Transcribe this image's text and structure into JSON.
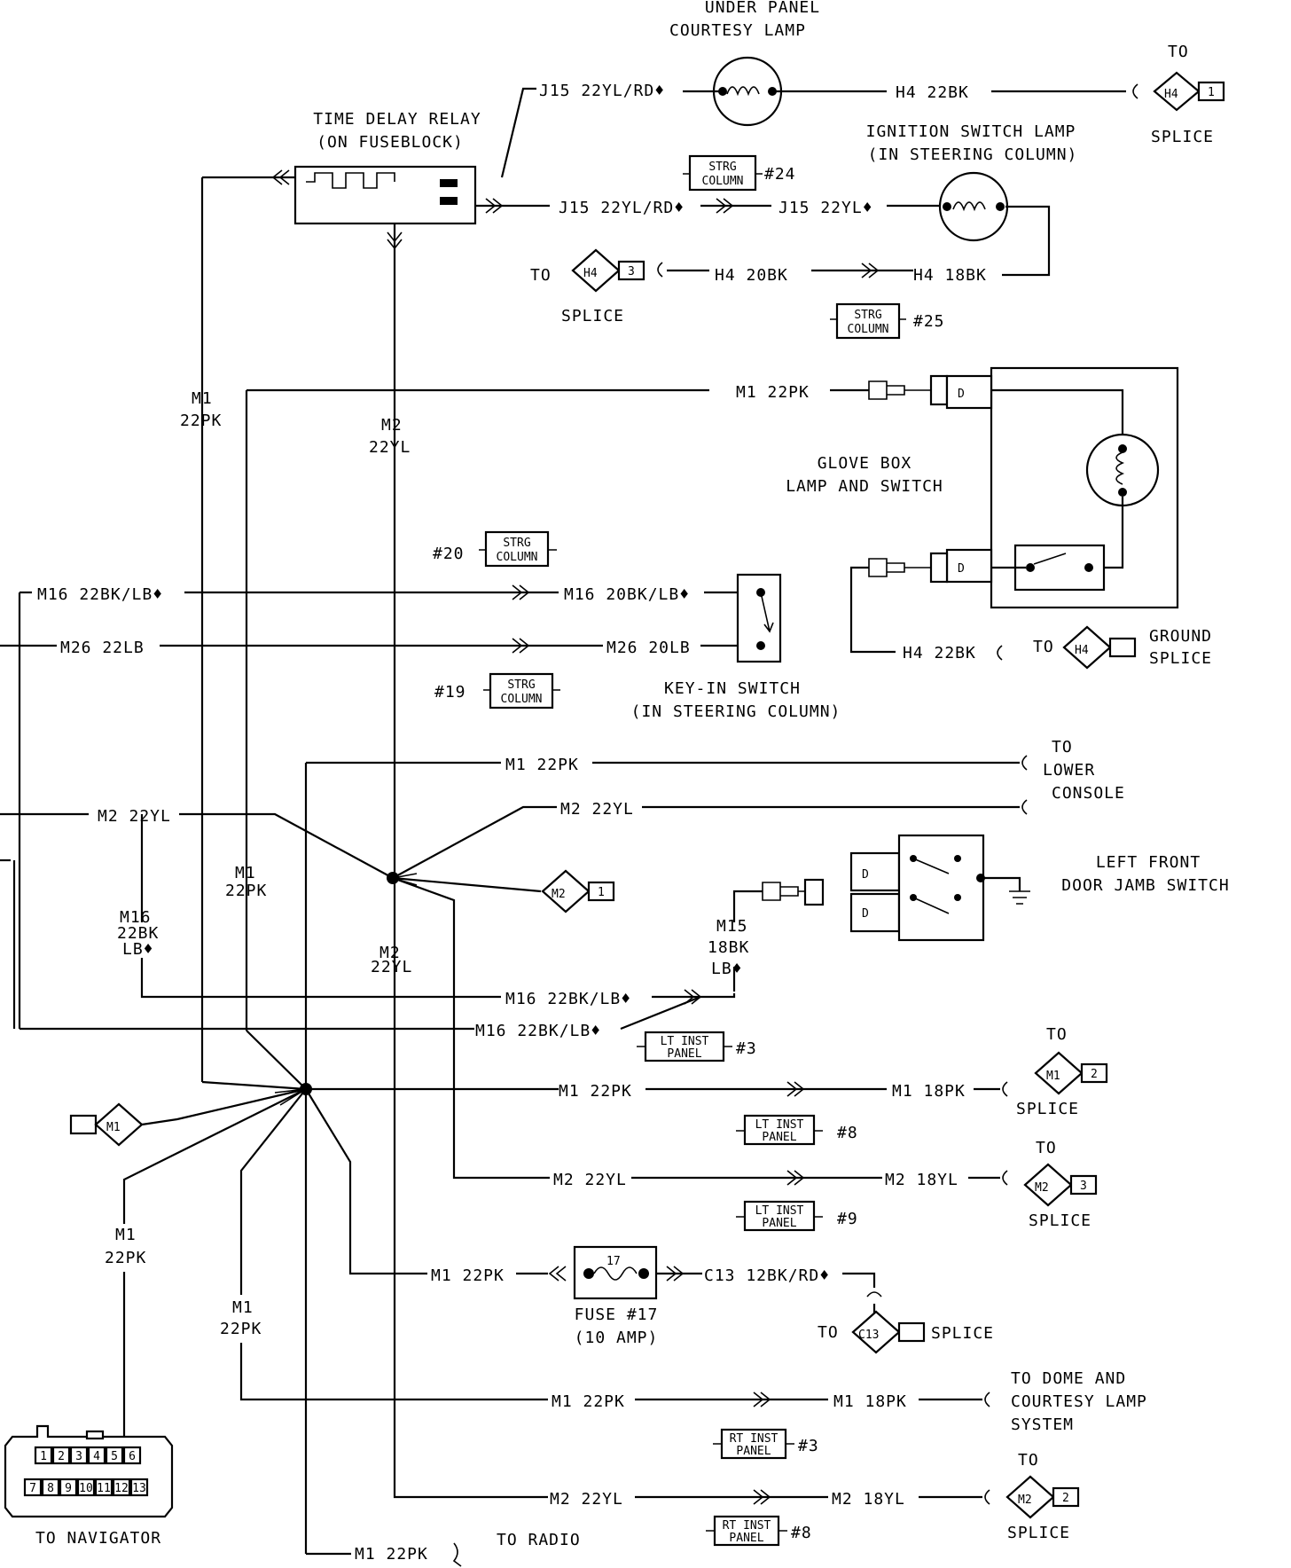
{
  "components": {
    "under_panel_lamp": [
      "UNDER PANEL",
      "COURTESY LAMP"
    ],
    "time_delay_relay": [
      "TIME DELAY RELAY",
      "(ON FUSEBLOCK)"
    ],
    "ignition_switch_lamp": [
      "IGNITION SWITCH LAMP",
      "(IN STEERING COLUMN)"
    ],
    "glove_box": [
      "GLOVE BOX",
      "LAMP AND SWITCH"
    ],
    "key_in_switch": [
      "KEY-IN SWITCH",
      "(IN STEERING COLUMN)"
    ],
    "left_front_door": [
      "LEFT FRONT",
      "DOOR JAMB SWITCH"
    ],
    "fuse": [
      "FUSE #17",
      "(10 AMP)"
    ],
    "navigator_label": "TO NAVIGATOR",
    "navigator_pins_top": [
      "1",
      "2",
      "3",
      "4",
      "5",
      "6"
    ],
    "navigator_pins_bottom": [
      "7",
      "8",
      "9",
      "10",
      "11",
      "12",
      "13"
    ]
  },
  "wires": {
    "j15_yl_rd": "J15 22YL/RD♦",
    "h4_22bk": "H4 22BK",
    "j15_yl": "J15 22YL♦",
    "h4_20bk": "H4 20BK",
    "h4_18bk": "H4 18BK",
    "m1_22pk": "M1 22PK",
    "m1": "M1",
    "pk22": "22PK",
    "m2": "M2",
    "yl22": "22YL",
    "m2_22yl": "M2 22YL",
    "m16_22bk_lb": "M16 22BK/LB♦",
    "m16_20bk_lb": "M16 20BK/LB♦",
    "m26_22lb": "M26 22LB",
    "m26_20lb": "M26 20LB",
    "m16": "M16",
    "bk22": "22BK",
    "lb": "LB♦",
    "m15": "M15",
    "bk18": "18BK",
    "m1_18pk": "M1 18PK",
    "m2_18yl": "M2 18YL",
    "c13_12bk_rd": "C13 12BK/RD♦"
  },
  "refs": {
    "strg_column": [
      "STRG",
      "COLUMN"
    ],
    "lt_inst_panel": [
      "LT INST",
      "PANEL"
    ],
    "rt_inst_panel": [
      "RT INST",
      "PANEL"
    ],
    "n24": "#24",
    "n25": "#25",
    "n20": "#20",
    "n19": "#19",
    "n3": "#3",
    "n8": "#8",
    "n9": "#9"
  },
  "destinations": {
    "to": "TO",
    "splice": "SPLICE",
    "ground": "GROUND",
    "lower": "LOWER",
    "console": "CONSOLE",
    "to_radio": "TO RADIO",
    "dome": [
      "TO DOME AND",
      "COURTESY LAMP",
      "SYSTEM"
    ]
  },
  "splices": {
    "h4_1": [
      "H4",
      "1"
    ],
    "h4_3": [
      "H4",
      "3"
    ],
    "h4_g": [
      "H4",
      ""
    ],
    "m2_1": [
      "M2",
      "1"
    ],
    "m1_main": [
      "M1",
      ""
    ],
    "m1_2": [
      "M1",
      "2"
    ],
    "m2_3": [
      "M2",
      "3"
    ],
    "c13": [
      "C13",
      ""
    ],
    "m2_2": [
      "M2",
      "2"
    ]
  },
  "fuse_number": "17",
  "glove_contact_letter": "D"
}
